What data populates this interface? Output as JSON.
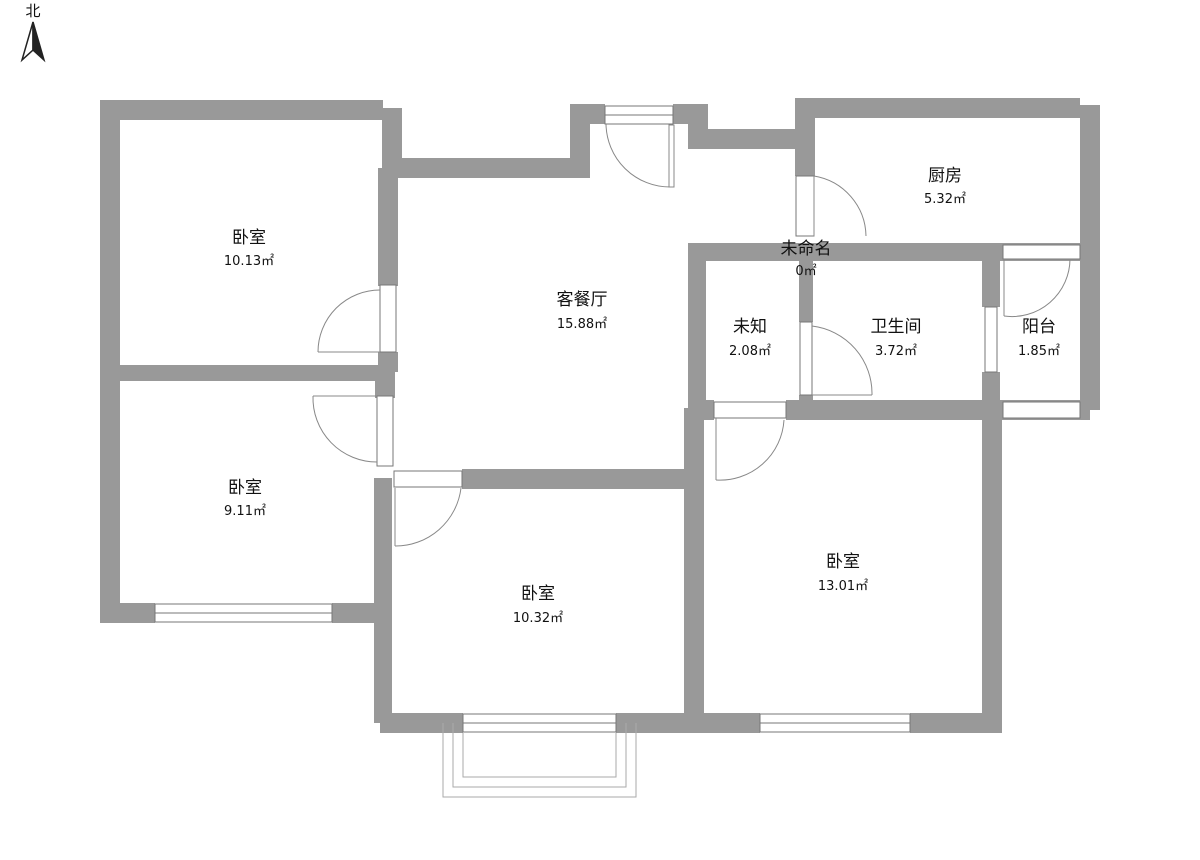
{
  "compass": {
    "label": "北",
    "icon": "north-arrow-icon"
  },
  "rooms": [
    {
      "id": "bedroom-nw",
      "name": "卧室",
      "area": "10.13㎡"
    },
    {
      "id": "living-dining",
      "name": "客餐厅",
      "area": "15.88㎡"
    },
    {
      "id": "kitchen",
      "name": "厨房",
      "area": "5.32㎡"
    },
    {
      "id": "unnamed",
      "name": "未命名",
      "area": "0㎡"
    },
    {
      "id": "unknown",
      "name": "未知",
      "area": "2.08㎡"
    },
    {
      "id": "bathroom",
      "name": "卫生间",
      "area": "3.72㎡"
    },
    {
      "id": "balcony",
      "name": "阳台",
      "area": "1.85㎡"
    },
    {
      "id": "bedroom-w",
      "name": "卧室",
      "area": "9.11㎡"
    },
    {
      "id": "bedroom-s",
      "name": "卧室",
      "area": "10.32㎡"
    },
    {
      "id": "bedroom-se",
      "name": "卧室",
      "area": "13.01㎡"
    }
  ],
  "colors": {
    "wall": "#999999",
    "background": "#ffffff",
    "text": "#111111"
  }
}
